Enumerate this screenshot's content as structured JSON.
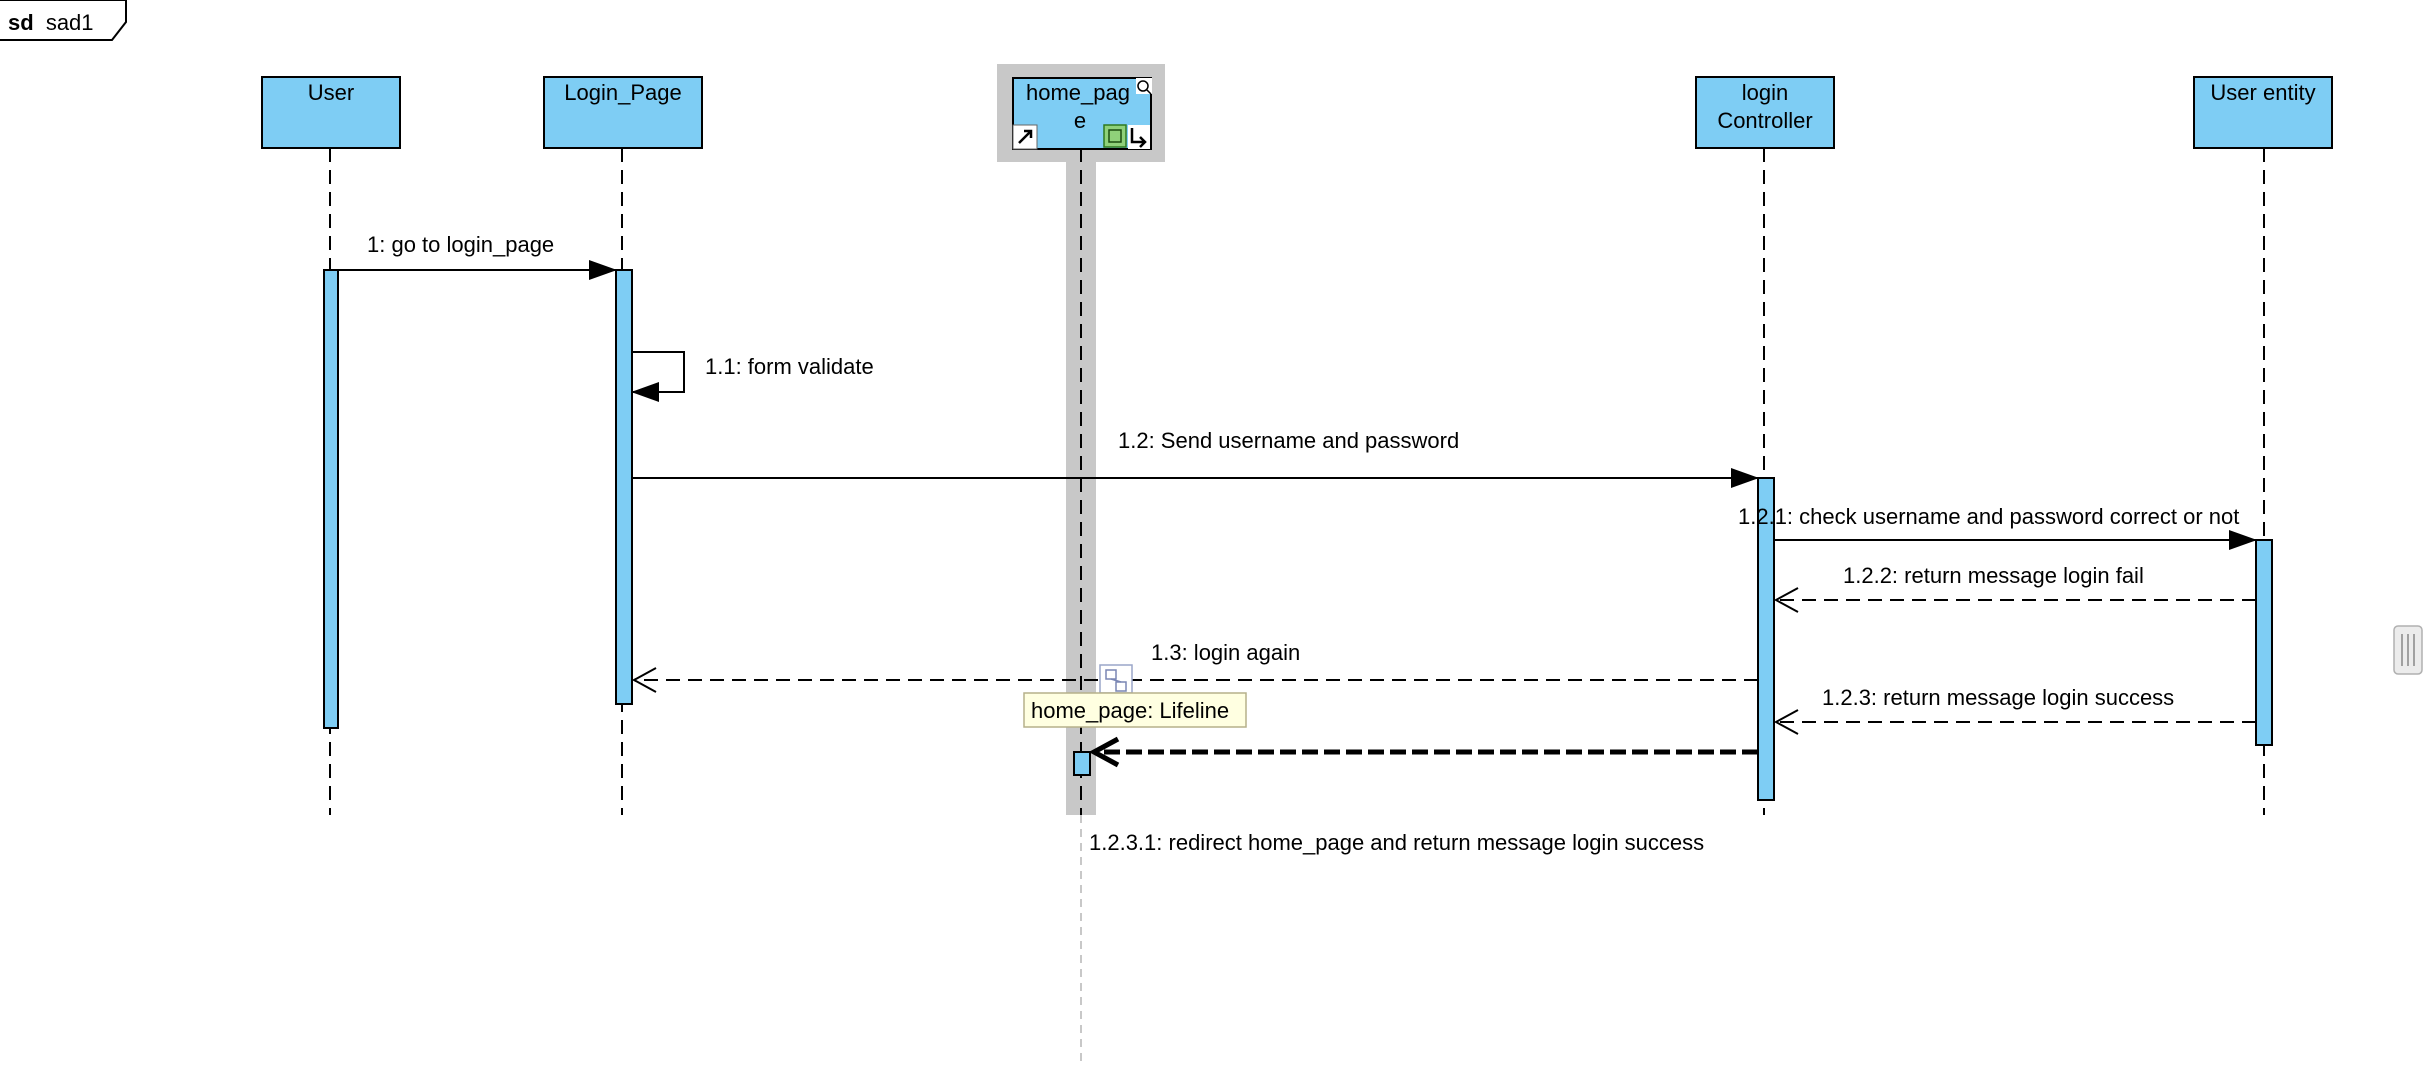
{
  "frame": {
    "keyword": "sd",
    "name": "sad1"
  },
  "lifelines": [
    {
      "id": "user",
      "lines": [
        "User"
      ]
    },
    {
      "id": "login_page",
      "lines": [
        "Login_Page"
      ]
    },
    {
      "id": "home_page",
      "lines": [
        "home_pag",
        "e"
      ]
    },
    {
      "id": "login_controller",
      "lines": [
        "login",
        "Controller"
      ]
    },
    {
      "id": "user_entity",
      "lines": [
        "User entity"
      ]
    }
  ],
  "messages": [
    {
      "id": "m1",
      "label": "1: go to  login_page",
      "from": "user",
      "to": "login_page",
      "kind": "sync"
    },
    {
      "id": "m11",
      "label": "1.1: form validate",
      "from": "login_page",
      "to": "login_page",
      "kind": "self"
    },
    {
      "id": "m12",
      "label": "1.2: Send username and password",
      "from": "login_page",
      "to": "login_controller",
      "kind": "sync"
    },
    {
      "id": "m121",
      "label": "1.2.1: check username and password correct or not",
      "from": "login_controller",
      "to": "user_entity",
      "kind": "sync"
    },
    {
      "id": "m122",
      "label": "1.2.2: return message login fail",
      "from": "user_entity",
      "to": "login_controller",
      "kind": "return"
    },
    {
      "id": "m13",
      "label": "1.3: login again",
      "from": "login_controller",
      "to": "login_page",
      "kind": "return"
    },
    {
      "id": "m123",
      "label": "1.2.3: return message login success",
      "from": "user_entity",
      "to": "login_controller",
      "kind": "return"
    },
    {
      "id": "m1231",
      "label": "1.2.3.1: redirect home_page and return message login success",
      "from": "login_controller",
      "to": "home_page",
      "kind": "return-selected"
    }
  ],
  "tooltip": {
    "text": "home_page: Lifeline"
  },
  "colors": {
    "lifeline_fill": "#7ecdf4",
    "selection": "#c8c8c8",
    "tooltip_bg": "#ffffe1",
    "tooltip_border": "#b5b08a"
  }
}
